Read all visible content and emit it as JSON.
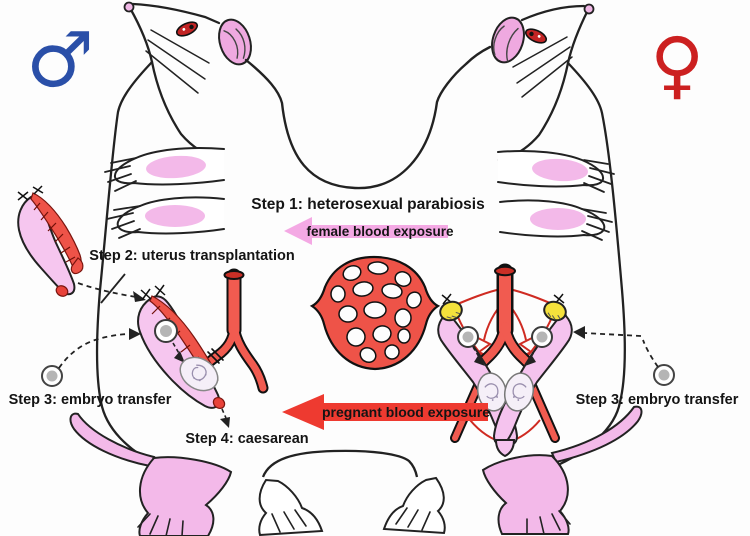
{
  "figure": {
    "kind": "scientific line-art diagram",
    "subject": "heterosexual parabiosis rat model with uterus transplantation, embryo transfer and caesarean"
  },
  "icons": {
    "male_symbol": "♂",
    "female_symbol": "♀"
  },
  "labels": {
    "step1": "Step 1: heterosexual parabiosis",
    "step2": "Step 2: uterus transplantation",
    "step3_left": "Step 3: embryo transfer",
    "step3_right": "Step 3: embryo transfer",
    "step4": "Step 4: caesarean",
    "female_blood": "female blood exposure",
    "pregnant_blood": "pregnant blood exposure"
  },
  "colors": {
    "male_symbol": "#2a4fa8",
    "female_symbol": "#cc2020",
    "rat_pink": "#f3b9e9",
    "uterus_pink": "#f6c6ef",
    "vessel_red": "#ee5348",
    "vessel_dark": "#c92f26",
    "female_arrow": "#f4a9e4",
    "pregnant_arrow": "#ee3a30",
    "ovary_yellow": "#f4e13c",
    "embryo_gray": "#b5b5b5",
    "outline": "#222222"
  }
}
